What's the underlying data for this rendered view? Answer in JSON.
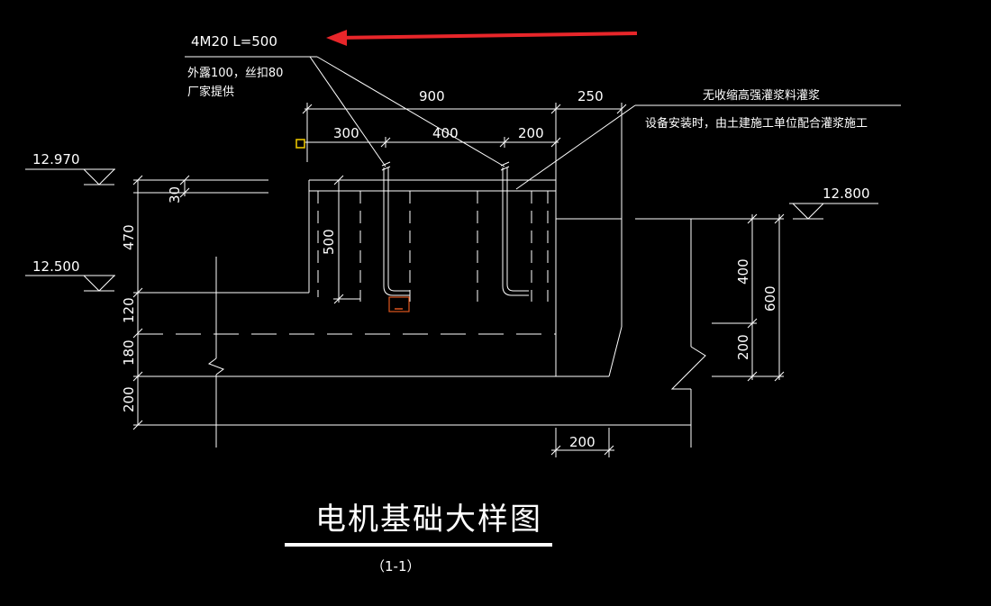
{
  "bolt_spec": "4M20 L=500",
  "bolt_note_line1": "外露100，丝扣80",
  "bolt_note_line2": "厂家提供",
  "grout_note_line1": "无收缩高强灌浆料灌浆",
  "grout_note_line2": "设备安装时，由土建施工单位配合灌浆施工",
  "elevations": {
    "top_left": "12.970",
    "mid_left": "12.500",
    "right": "12.800"
  },
  "dimensions": {
    "top_total": "900",
    "top_right": "250",
    "seg_1": "300",
    "seg_2": "400",
    "seg_3": "200",
    "grout_thk": "30",
    "left_470": "470",
    "left_120": "120",
    "left_180": "180",
    "left_200": "200",
    "bolt_depth": "500",
    "right_400": "400",
    "right_200": "200",
    "right_600": "600",
    "bottom_200": "200"
  },
  "title": "电机基础大样图",
  "section": "（1-1）",
  "colors": {
    "background": "#000000",
    "lines": "#ffffff",
    "arrow": "#e8262a",
    "marker": "#e6c200",
    "bolt_plate": "#e0561f"
  }
}
